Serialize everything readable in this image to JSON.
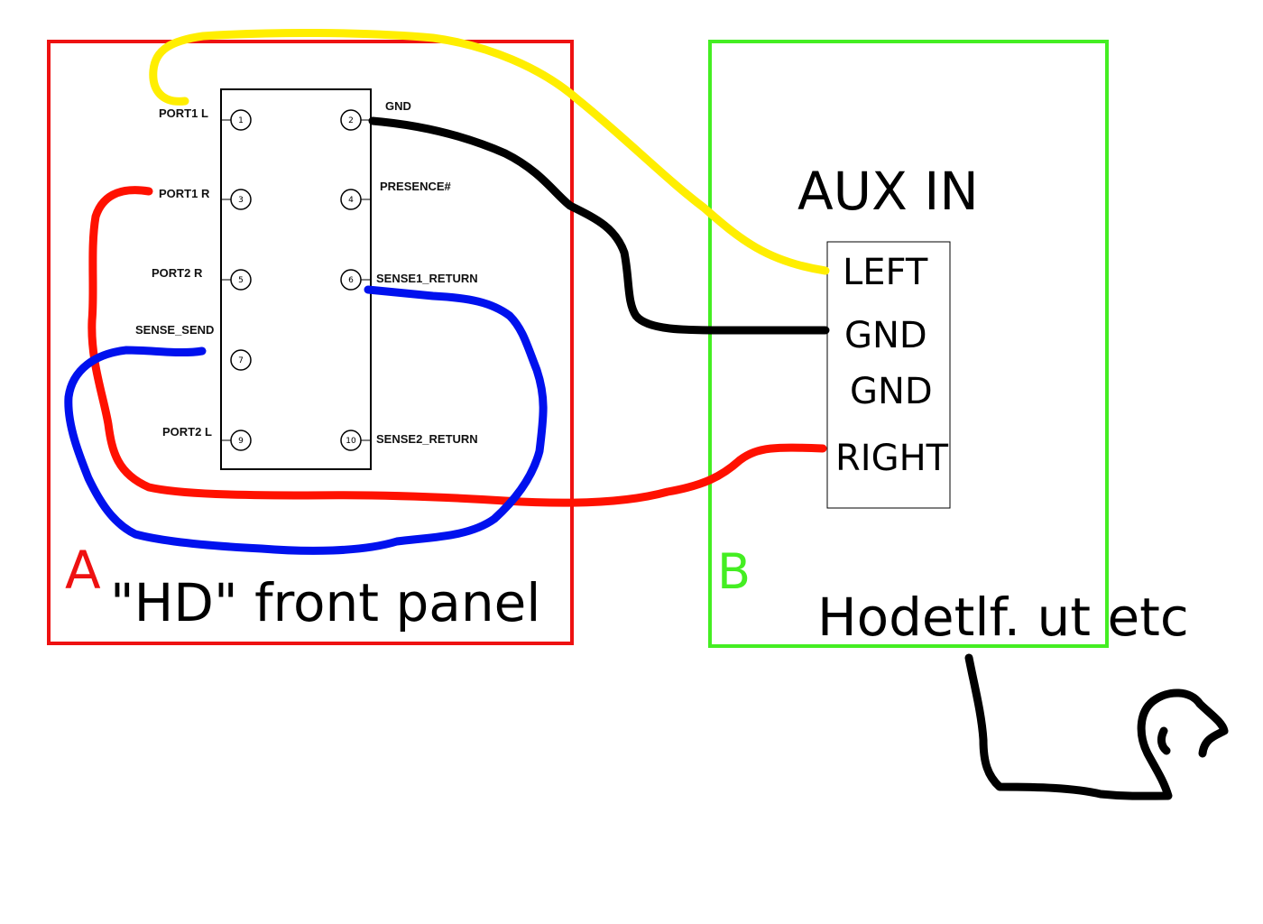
{
  "panel_a": {
    "letter": "A",
    "caption": "\"HD\" front panel",
    "pins": [
      {
        "num": "1",
        "label": "PORT1 L"
      },
      {
        "num": "2",
        "label": "GND"
      },
      {
        "num": "3",
        "label": "PORT1 R"
      },
      {
        "num": "4",
        "label": "PRESENCE#"
      },
      {
        "num": "5",
        "label": "PORT2 R"
      },
      {
        "num": "6",
        "label": "SENSE1_RETURN"
      },
      {
        "num": "7",
        "label": "SENSE_SEND"
      },
      {
        "num": "9",
        "label": "PORT2 L"
      },
      {
        "num": "10",
        "label": "SENSE2_RETURN"
      }
    ],
    "border_color": "#ee1111"
  },
  "panel_b": {
    "letter": "B",
    "title": "AUX IN",
    "caption": "Hodetlf. ut etc",
    "terminals": [
      "LEFT",
      "GND",
      "GND",
      "RIGHT"
    ],
    "border_color": "#44ee22"
  },
  "wire_colors": {
    "yellow": "#ffee00",
    "black": "#000000",
    "red": "#ff1100",
    "blue": "#0011ee"
  }
}
